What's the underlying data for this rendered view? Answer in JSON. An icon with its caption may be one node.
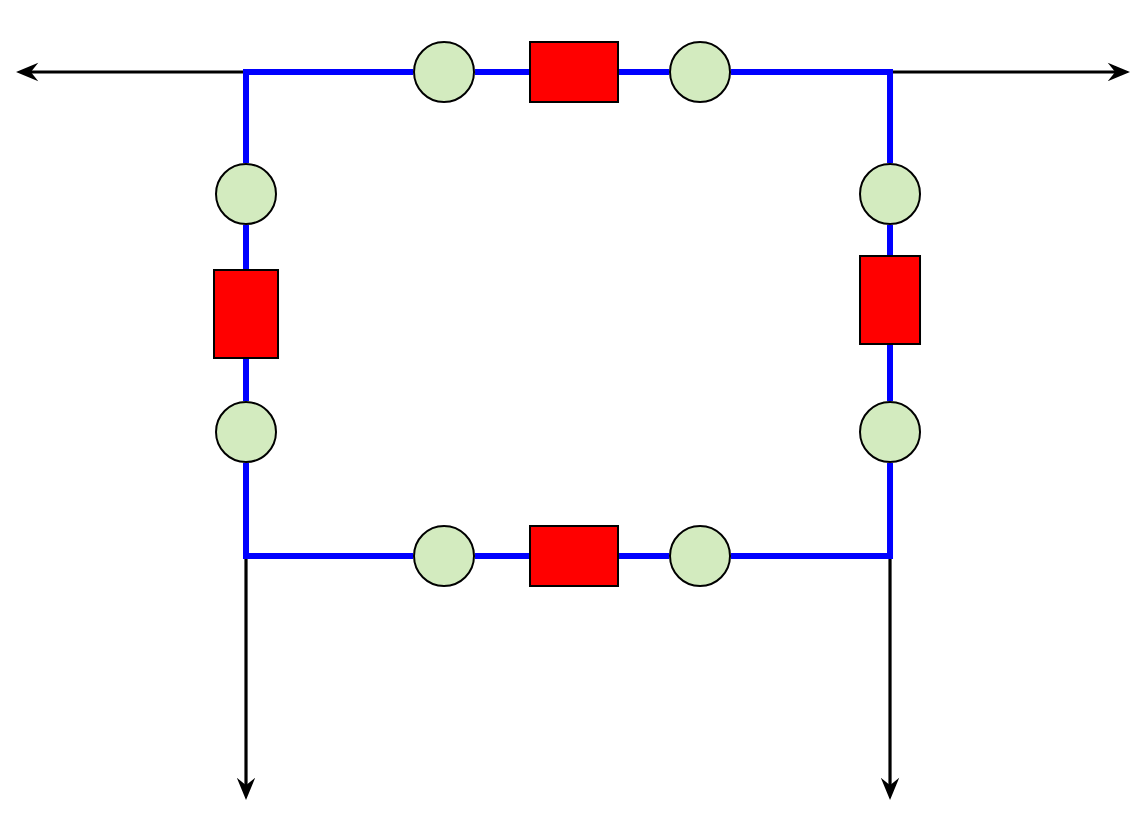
{
  "diagram": {
    "nodes": [
      {
        "text": [],
        "shape": "circle"
      },
      {
        "text": [],
        "shape": "box"
      },
      {
        "text": [],
        "shape": "circle"
      },
      {
        "text": [],
        "shape": "circle"
      },
      {
        "text": [],
        "shape": "circle"
      },
      {
        "text": [],
        "shape": "box"
      },
      {
        "text": [],
        "shape": "box"
      },
      {
        "text": [],
        "shape": "circle"
      },
      {
        "text": [],
        "shape": "circle"
      },
      {
        "text": [],
        "shape": "circle"
      },
      {
        "text": [],
        "shape": "box"
      },
      {
        "text": [],
        "shape": "circle"
      }
    ],
    "edges": [
      {
        "from": 0,
        "to": 1,
        "arrow": "none"
      },
      {
        "from": 1,
        "to": 2,
        "arrow": "none"
      },
      {
        "from": 2,
        "to": 4,
        "arrow": "none"
      },
      {
        "from": 4,
        "to": 6,
        "arrow": "none"
      },
      {
        "from": 6,
        "to": 8,
        "arrow": "none"
      },
      {
        "from": 8,
        "to": 11,
        "arrow": "none"
      },
      {
        "from": 11,
        "to": 10,
        "arrow": "none"
      },
      {
        "from": 10,
        "to": 9,
        "arrow": "none"
      },
      {
        "from": 9,
        "to": 7,
        "arrow": "none"
      },
      {
        "from": 7,
        "to": 5,
        "arrow": "none"
      },
      {
        "from": 5,
        "to": 3,
        "arrow": "none"
      },
      {
        "from": 3,
        "to": 0,
        "arrow": "none"
      }
    ]
  }
}
